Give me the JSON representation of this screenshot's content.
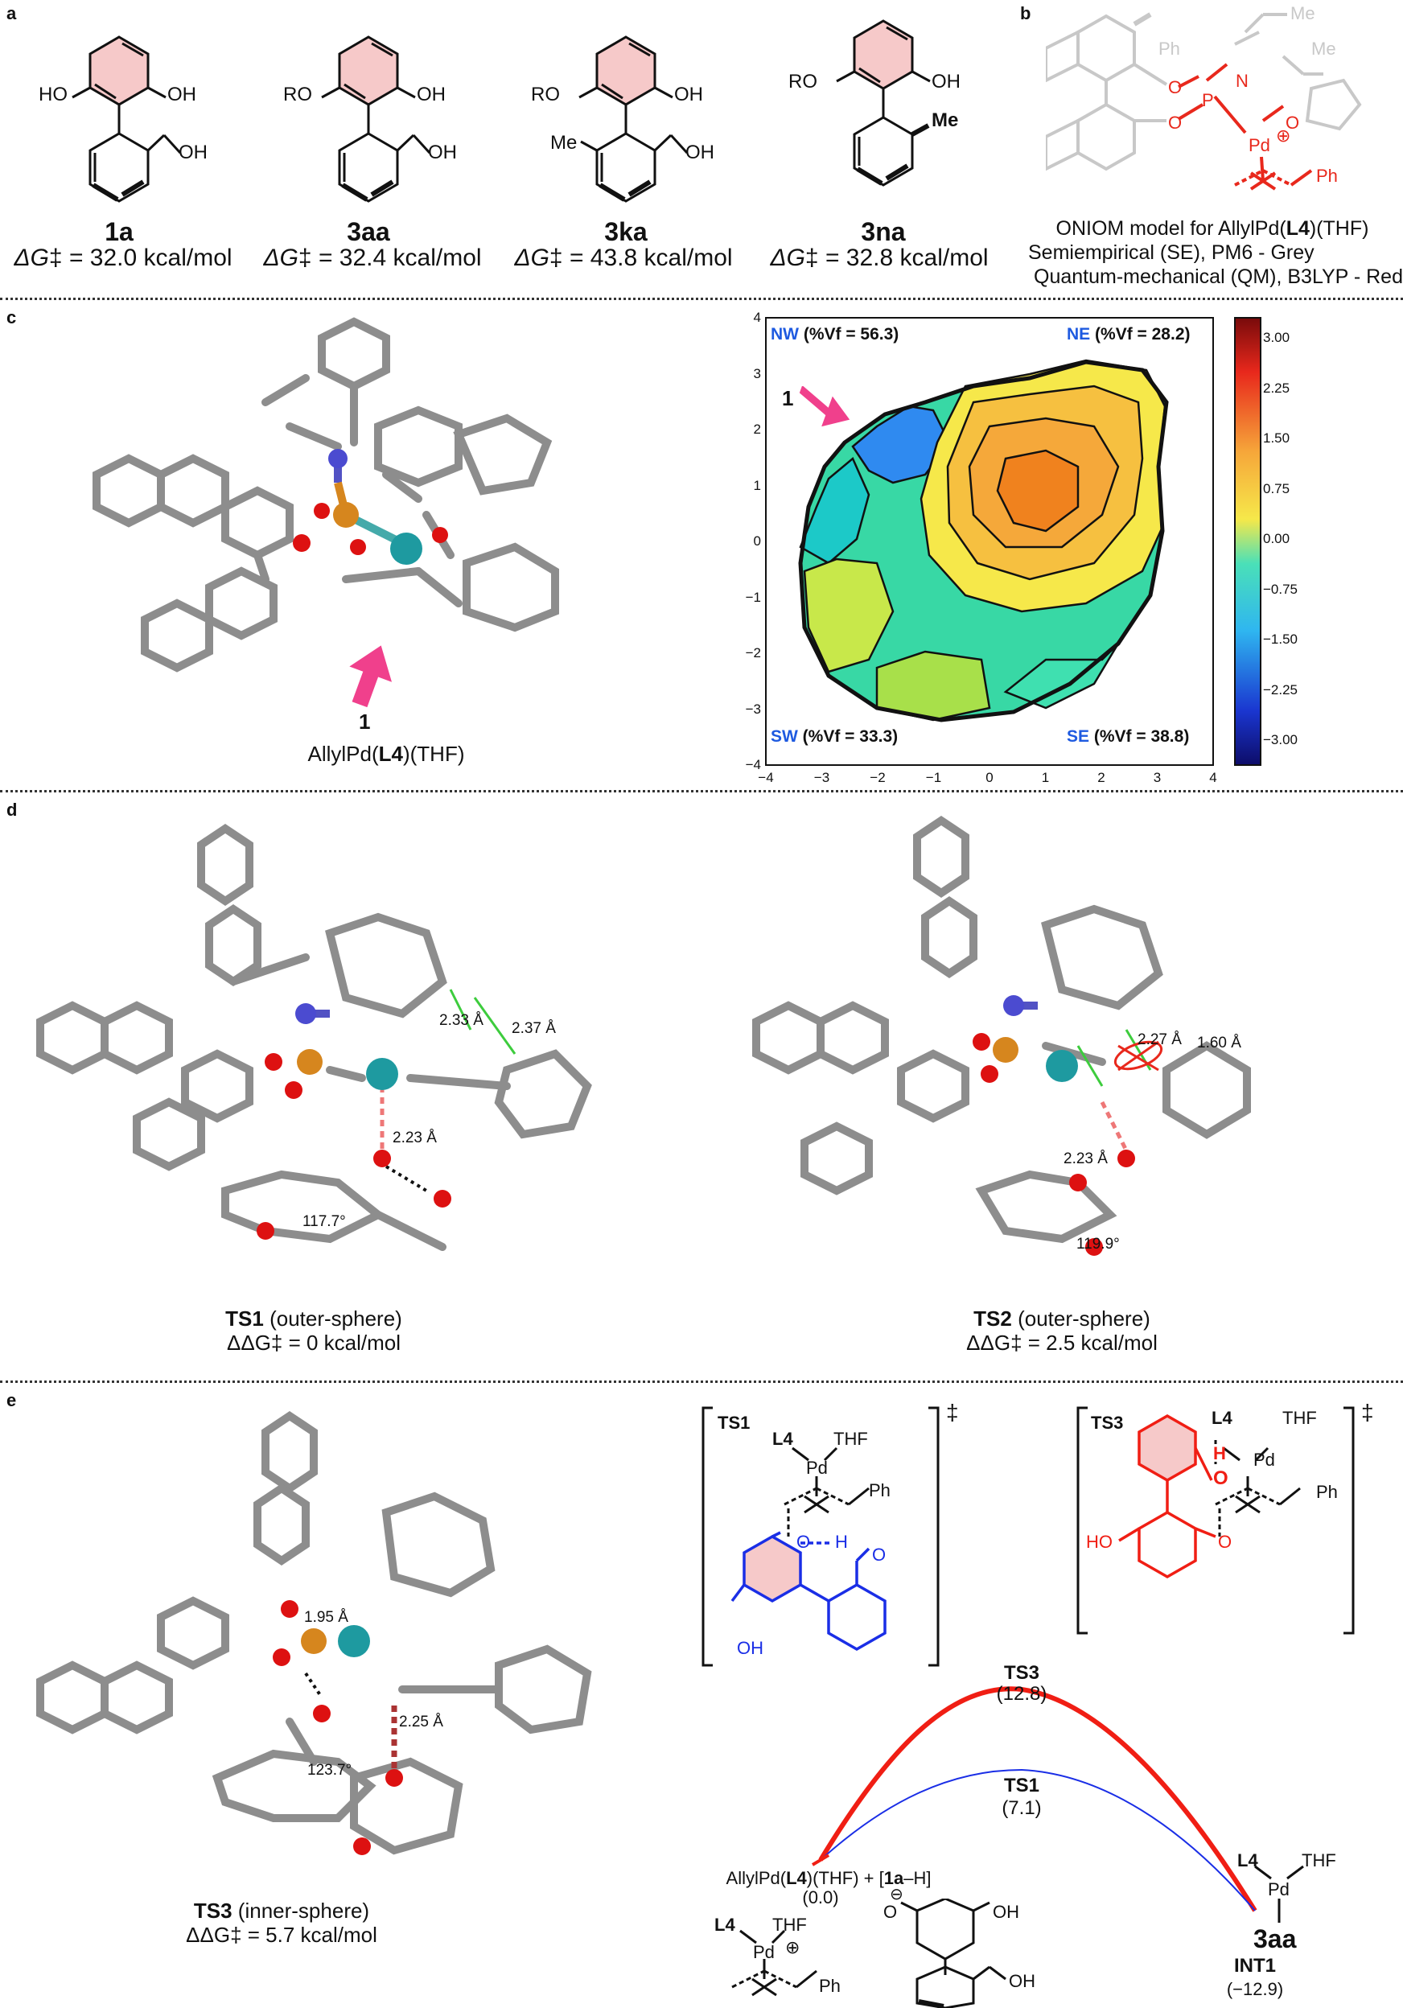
{
  "panels": {
    "a": "a",
    "b": "b",
    "c": "c",
    "d": "d",
    "e": "e"
  },
  "panel_a": {
    "compounds": [
      {
        "name": "1a",
        "dg_prefix": "ΔG",
        "dg_value": "‡ = 32.0 kcal/mol",
        "sub_left": "HO",
        "sub_right": "OH",
        "sub_me": "",
        "sub_bottom": "OH"
      },
      {
        "name": "3aa",
        "dg_prefix": "ΔG",
        "dg_value": "‡ = 32.4 kcal/mol",
        "sub_left": "RO",
        "sub_right": "OH",
        "sub_me": "",
        "sub_bottom": "OH"
      },
      {
        "name": "3ka",
        "dg_prefix": "ΔG",
        "dg_value": "‡ = 43.8 kcal/mol",
        "sub_left": "RO",
        "sub_right": "OH",
        "sub_me": "Me",
        "sub_bottom": "OH"
      },
      {
        "name": "3na",
        "dg_prefix": "ΔG",
        "dg_value": "‡ = 32.8 kcal/mol",
        "sub_left": "RO",
        "sub_right": "OH",
        "sub_me": "",
        "sub_bottom": "Me"
      }
    ]
  },
  "panel_b": {
    "labels": {
      "ph1": "Ph",
      "me1": "Me",
      "n": "N",
      "me2": "Me",
      "o1": "O",
      "o2": "O",
      "p": "P",
      "o3": "O",
      "pd": "Pd",
      "plus": "⊕",
      "ph2": "Ph"
    },
    "caption_line1_a": "ONIOM model for AllylPd(",
    "caption_line1_b": "L4",
    "caption_line1_c": ")(THF)",
    "caption_line2": "Semiempirical (SE), PM6 - Grey",
    "caption_line3": "Quantum-mechanical (QM), B3LYP - Red"
  },
  "panel_c": {
    "arrow_label": "1",
    "caption_a": "AllylPd(",
    "caption_b": "L4",
    "caption_c": ")(THF)",
    "map": {
      "arrow_label": "1",
      "quadrants": {
        "nw_a": "NW",
        "nw_b": " (%Vf = 56.3)",
        "ne_a": "NE",
        "ne_b": " (%Vf = 28.2)",
        "sw_a": "SW",
        "sw_b": " (%Vf = 33.3)",
        "se_a": "SE",
        "se_b": " (%Vf = 38.8)"
      },
      "x_ticks": [
        "−4",
        "−3",
        "−2",
        "−1",
        "0",
        "1",
        "2",
        "3",
        "4"
      ],
      "y_ticks": [
        "4",
        "3",
        "2",
        "1",
        "0",
        "−1",
        "−2",
        "−3",
        "−4"
      ],
      "colorbar_ticks": [
        "3.00",
        "2.25",
        "1.50",
        "0.75",
        "0.00",
        "−0.75",
        "−1.50",
        "−2.25",
        "−3.00"
      ]
    }
  },
  "panel_d": {
    "ts1": {
      "distances": [
        "2.33 Å",
        "2.37 Å",
        "2.23 Å"
      ],
      "angle": "117.7°",
      "caption_name": "TS1",
      "caption_desc": " (outer-sphere)",
      "caption_energy": "ΔΔG‡ = 0 kcal/mol"
    },
    "ts2": {
      "distances": [
        "2.27 Å",
        "1.60 Å",
        "2.23 Å"
      ],
      "angle": "119.9°",
      "caption_name": "TS2",
      "caption_desc": " (outer-sphere)",
      "caption_energy": "ΔΔG‡ = 2.5 kcal/mol"
    }
  },
  "panel_e": {
    "ts3_model": {
      "distances": [
        "1.95 Å",
        "2.25 Å"
      ],
      "angle": "123.7°",
      "caption_name": "TS3",
      "caption_desc": " (inner-sphere)",
      "caption_energy": "ΔΔG‡ = 5.7 kcal/mol"
    },
    "ts1_struct": {
      "tag": "TS1",
      "l4": "L4",
      "thf": "THF",
      "pd": "Pd",
      "ph": "Ph",
      "dagger": "‡",
      "o1": "O",
      "h": "H",
      "o2": "O",
      "oh": "OH"
    },
    "ts3_struct": {
      "tag": "TS3",
      "l4": "L4",
      "h": "H",
      "thf": "THF",
      "pd": "Pd",
      "ph": "Ph",
      "dagger": "‡",
      "o_ald": "O",
      "ho": "HO",
      "o": "O"
    },
    "profile": {
      "ts3_label": "TS3",
      "ts3_value": "(12.8)",
      "ts1_label": "TS1",
      "ts1_value": "(7.1)",
      "start_a": "AllylPd(",
      "start_b": "L4",
      "start_c": ")(THF) + [",
      "start_d": "1a",
      "start_e": "–H]",
      "start_value": "(0.0)",
      "end_label": "INT1",
      "end_value": "(−12.9)",
      "colors": {
        "ts3": "#f01e14",
        "ts1": "#1a2ee6"
      }
    },
    "reactants": {
      "l4": "L4",
      "thf": "THF",
      "pd": "Pd",
      "plus": "⊕",
      "ph": "Ph",
      "o_minus": "⊖",
      "o": "O",
      "oh1": "OH",
      "oh2": "OH"
    },
    "product": {
      "l4": "L4",
      "thf": "THF",
      "pd": "Pd",
      "name": "3aa"
    }
  }
}
